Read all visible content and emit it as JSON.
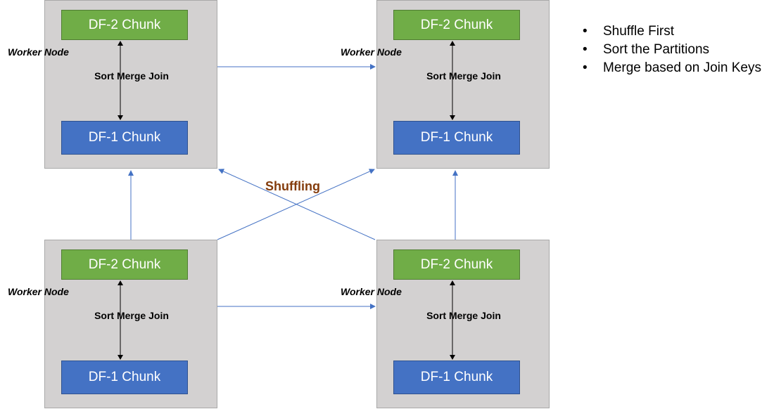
{
  "colors": {
    "node_fill": "#d3d1d1",
    "df2_fill": "#70ad47",
    "df1_fill": "#4472c4",
    "arrow": "#4472c4",
    "shuffling_text": "#843c0c"
  },
  "nodes": [
    {
      "worker_label": "Worker Node",
      "df2": "DF-2 Chunk",
      "df1": "DF-1 Chunk",
      "join": "Sort Merge Join"
    },
    {
      "worker_label": "Worker Node",
      "df2": "DF-2 Chunk",
      "df1": "DF-1 Chunk",
      "join": "Sort Merge Join"
    },
    {
      "worker_label": "Worker Node",
      "df2": "DF-2 Chunk",
      "df1": "DF-1 Chunk",
      "join": "Sort Merge Join"
    },
    {
      "worker_label": "Worker Node",
      "df2": "DF-2 Chunk",
      "df1": "DF-1 Chunk",
      "join": "Sort Merge Join"
    }
  ],
  "shuffling_label": "Shuffling",
  "steps": [
    "Shuffle First",
    "Sort the Partitions",
    "Merge based on Join Keys"
  ]
}
